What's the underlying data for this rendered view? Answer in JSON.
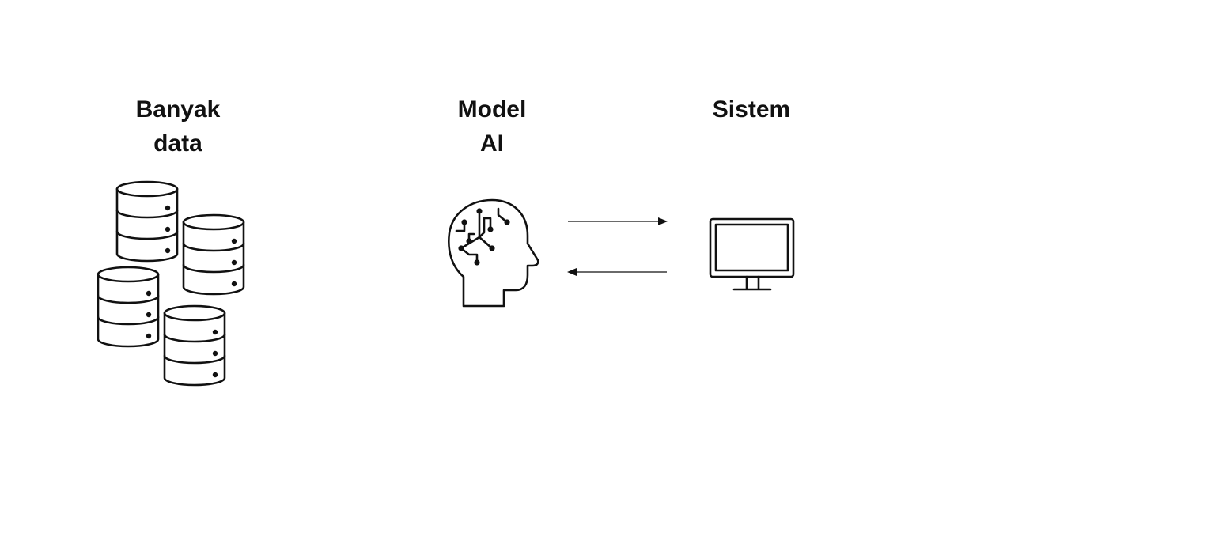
{
  "labels": {
    "data": {
      "line1": "Banyak",
      "line2": "data"
    },
    "model": {
      "line1": "Model",
      "line2": "AI"
    },
    "system": {
      "line1": "Sistem"
    }
  },
  "icons": {
    "data": "database-stack-icon",
    "model": "ai-brain-head-icon",
    "system": "computer-monitor-icon"
  },
  "arrows": [
    {
      "from": "Model AI",
      "to": "Sistem",
      "direction": "right"
    },
    {
      "from": "Sistem",
      "to": "Model AI",
      "direction": "left"
    }
  ],
  "colors": {
    "stroke": "#111111",
    "background": "#ffffff"
  }
}
